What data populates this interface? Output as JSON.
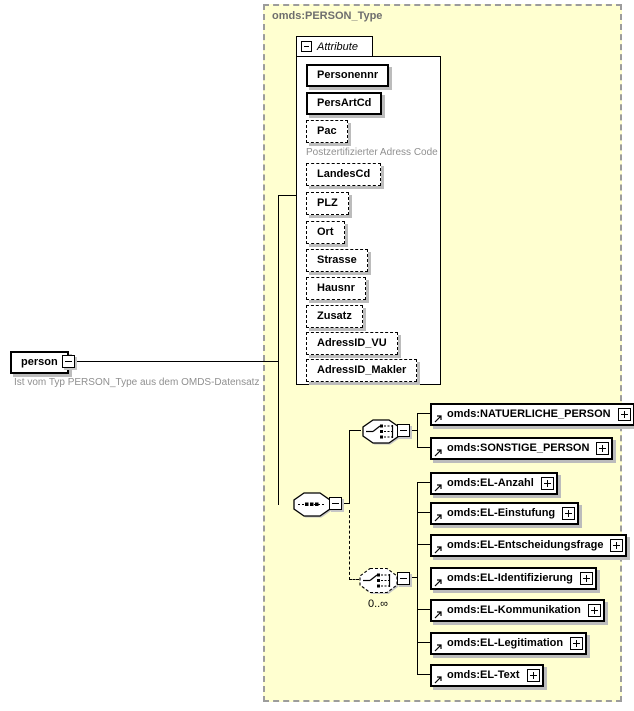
{
  "diagram": {
    "complex_type": {
      "label": "omds:PERSON_Type"
    },
    "attribute_section": {
      "label": "Attribute",
      "items": [
        {
          "name": "Personennr",
          "required": true
        },
        {
          "name": "PersArtCd",
          "required": true
        },
        {
          "name": "Pac",
          "required": false,
          "annotation": "Postzertifizierter Adress Code"
        },
        {
          "name": "LandesCd",
          "required": false
        },
        {
          "name": "PLZ",
          "required": false
        },
        {
          "name": "Ort",
          "required": false
        },
        {
          "name": "Strasse",
          "required": false
        },
        {
          "name": "Hausnr",
          "required": false
        },
        {
          "name": "Zusatz",
          "required": false
        },
        {
          "name": "AdressID_VU",
          "required": false
        },
        {
          "name": "AdressID_Makler",
          "required": false
        }
      ]
    },
    "root_element": {
      "label": "person",
      "annotation": "Ist vom Typ PERSON_Type aus dem OMDS-Datensatz"
    },
    "sequence_icon": "sequence",
    "choice_persons": {
      "children": [
        {
          "label": "omds:NATUERLICHE_PERSON"
        },
        {
          "label": "omds:SONSTIGE_PERSON"
        }
      ]
    },
    "choice_elements": {
      "occurrence": "0..∞",
      "children": [
        {
          "label": "omds:EL-Anzahl"
        },
        {
          "label": "omds:EL-Einstufung"
        },
        {
          "label": "omds:EL-Entscheidungsfrage"
        },
        {
          "label": "omds:EL-Identifizierung"
        },
        {
          "label": "omds:EL-Kommunikation"
        },
        {
          "label": "omds:EL-Legitimation"
        },
        {
          "label": "omds:EL-Text"
        }
      ]
    },
    "colors": {
      "container_fill": "#ffffd0",
      "container_border": "#9c9c9c",
      "box_shadow": "#bcbcbc",
      "annotation_text": "#909090",
      "title_text": "#6e6e6e"
    }
  }
}
